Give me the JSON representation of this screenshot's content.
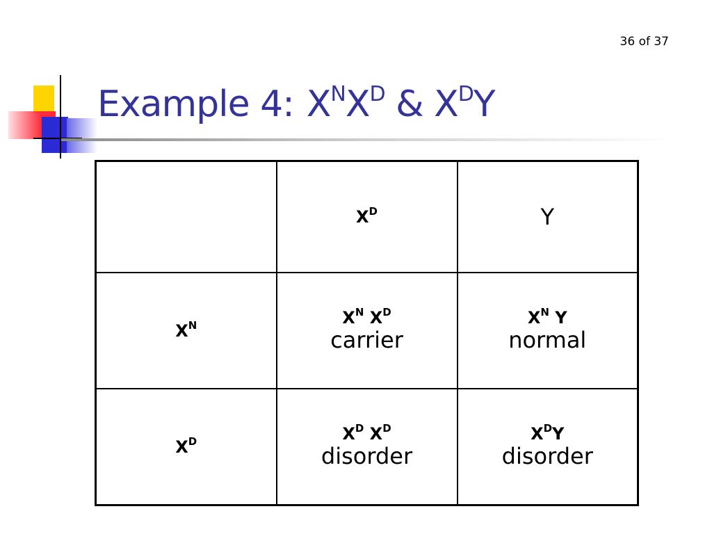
{
  "page_number": "36 of 37",
  "title": {
    "lead": "Example 4:",
    "g1": "X",
    "g1_sup": "N",
    "g2": "X",
    "g2_sup": "D",
    "amp": "&",
    "g3": "X",
    "g3_sup": "D",
    "g4": "Y"
  },
  "table": {
    "header": {
      "col1": {
        "base": "X",
        "sup": "D"
      },
      "col2": "Y"
    },
    "rows": [
      {
        "label": {
          "base": "X",
          "sup": "N"
        },
        "cells": [
          {
            "a": "X",
            "a_sup": "N",
            "b": "X",
            "b_sup": "D",
            "phenotype": "carrier"
          },
          {
            "a": "X",
            "a_sup": "N",
            "b": "Y",
            "b_sup": "",
            "phenotype": "normal"
          }
        ]
      },
      {
        "label": {
          "base": "X",
          "sup": "D"
        },
        "cells": [
          {
            "a": "X",
            "a_sup": "D",
            "b": "X",
            "b_sup": "D",
            "phenotype": "disorder"
          },
          {
            "a": "X",
            "a_sup": "D",
            "b": "Y",
            "b_sup": "",
            "phenotype": "disorder"
          }
        ]
      }
    ]
  },
  "colors": {
    "title": "#333399",
    "logo_yellow": "#ffd400",
    "logo_red": "#ff2a3a",
    "logo_blue": "#2b2bd6"
  }
}
